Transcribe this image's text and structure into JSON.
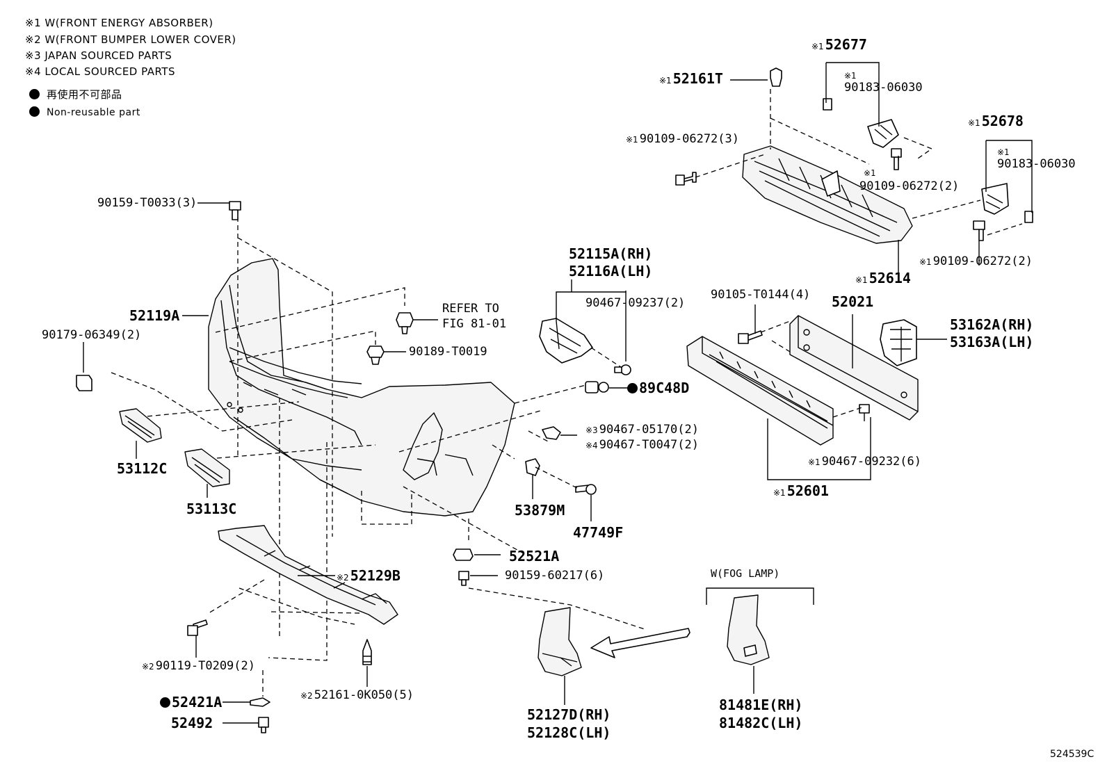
{
  "notes": [
    "※1 W(FRONT ENERGY ABSORBER)",
    "※2 W(FRONT BUMPER LOWER COVER)",
    "※3 JAPAN SOURCED PARTS",
    "※4 LOCAL SOURCED PARTS"
  ],
  "legend": {
    "jp": "再使用不可部品",
    "en": "Non-reusable part"
  },
  "labels": {
    "p52677": "52677",
    "p52677_ref": "※1",
    "p90183a_ref": "※1",
    "p90183a": "90183-06030",
    "p52161T_ref": "※1",
    "p52161T": "52161T",
    "p90109a_ref": "※1",
    "p90109a": "90109-06272(3)",
    "p90109b_ref": "※1",
    "p90109b": "90109-06272(2)",
    "p52678_ref": "※1",
    "p52678": "52678",
    "p90183b_ref": "※1",
    "p90183b": "90183-06030",
    "p90109c_ref": "※1",
    "p90109c": "90109-06272(2)",
    "p52614_ref": "※1",
    "p52614": "52614",
    "p90159a": "90159-T0033(3)",
    "p52115A": "52115A(RH)",
    "p52116A": "52116A(LH)",
    "p90467a": "90467-09237(2)",
    "p90105": "90105-T0144(4)",
    "p52021": "52021",
    "p53162A": "53162A(RH)",
    "p53163A": "53163A(LH)",
    "p52119A": "52119A",
    "refer1": "REFER TO",
    "refer2": "FIG 81-01",
    "p90189": "90189-T0019",
    "p90179": "90179-06349(2)",
    "p89C48D": "89C48D",
    "p90467b_ref": "※3",
    "p90467b": "90467-05170(2)",
    "p90467c_ref": "※4",
    "p90467c": "90467-T0047(2)",
    "p90467d_ref": "※1",
    "p90467d": "90467-09232(6)",
    "p52601_ref": "※1",
    "p52601": "52601",
    "p53112C": "53112C",
    "p53113C": "53113C",
    "p53879M": "53879M",
    "p47749F": "47749F",
    "p52129B_ref": "※2",
    "p52129B": "52129B",
    "p52521A": "52521A",
    "p90159b": "90159-60217(6)",
    "fog": "W(FOG LAMP)",
    "p90119_ref": "※2",
    "p90119": "90119-T0209(2)",
    "p52161K_ref": "※2",
    "p52161K": "52161-0K050(5)",
    "p52421A": "52421A",
    "p52492": "52492",
    "p52127D": "52127D(RH)",
    "p52128C": "52128C(LH)",
    "p81481E": "81481E(RH)",
    "p81482C": "81482C(LH)",
    "figno": "524539C"
  }
}
